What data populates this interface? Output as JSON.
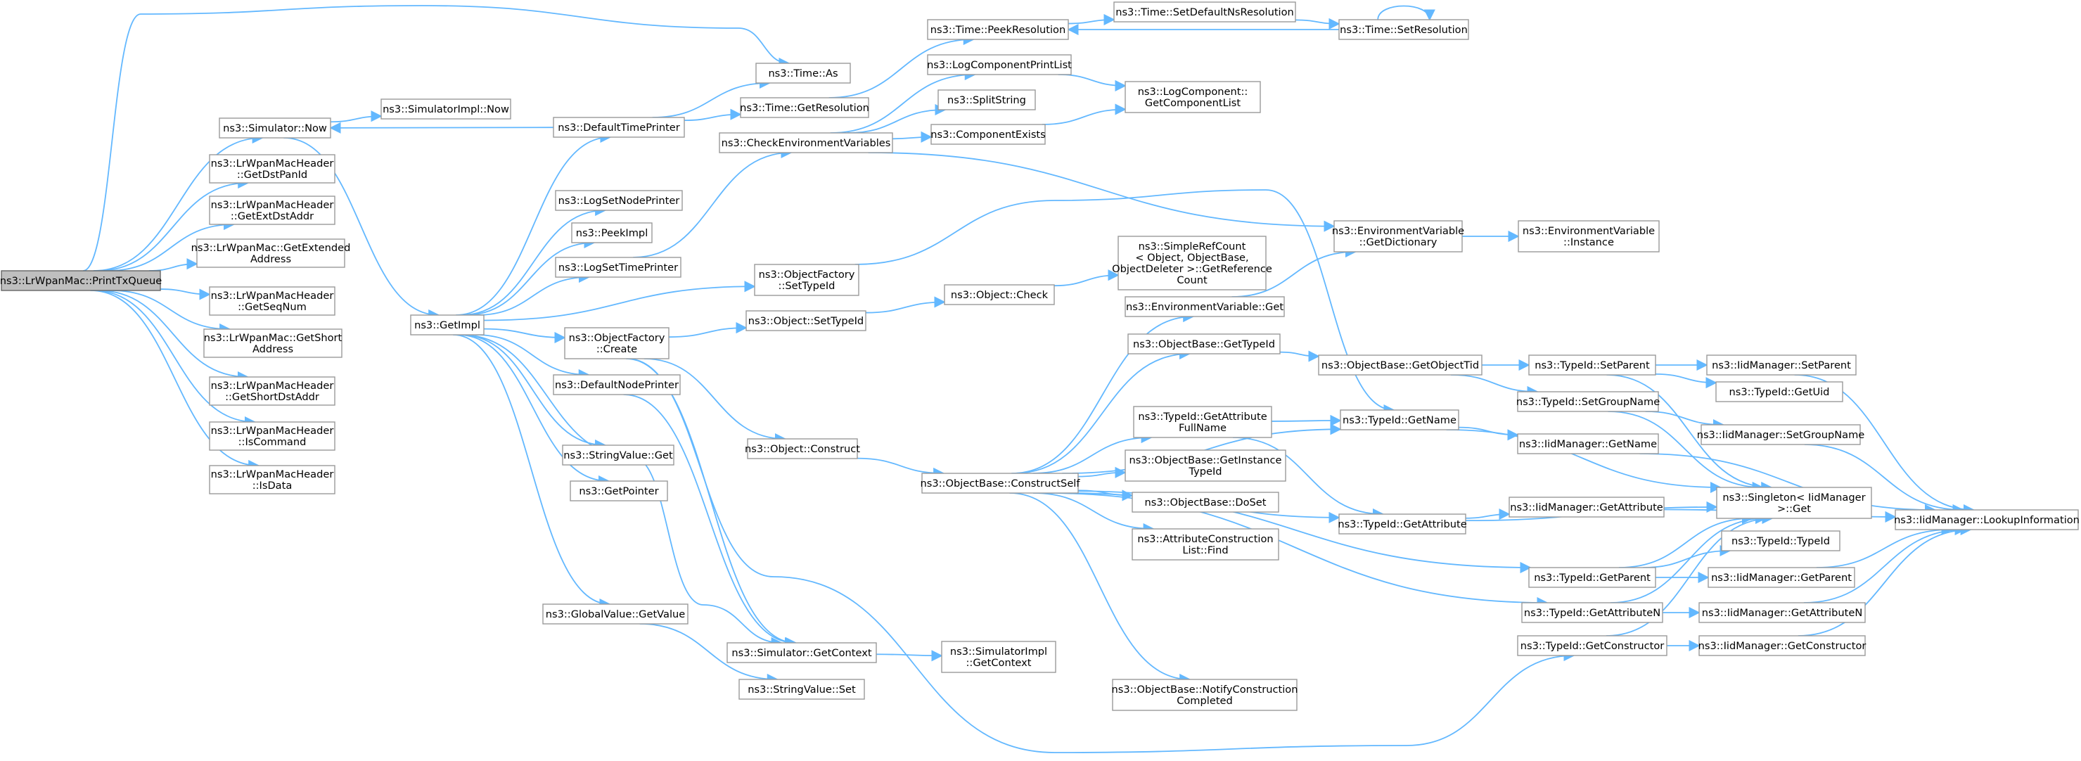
{
  "colors": {
    "edge": "#63b8ff",
    "node_border": "#999999",
    "root_fill": "#bfbfbf",
    "background": "#ffffff"
  },
  "nodes": [
    {
      "id": "root",
      "label": [
        "ns3::LrWpanMac::PrintTxQueue"
      ],
      "root": true
    },
    {
      "id": "simNow",
      "label": [
        "ns3::Simulator::Now"
      ]
    },
    {
      "id": "dstPanId",
      "label": [
        "ns3::LrWpanMacHeader",
        "::GetDstPanId"
      ]
    },
    {
      "id": "extDst",
      "label": [
        "ns3::LrWpanMacHeader",
        "::GetExtDstAddr"
      ]
    },
    {
      "id": "macExt",
      "label": [
        "ns3::LrWpanMac::GetExtended",
        "Address"
      ]
    },
    {
      "id": "seqNum",
      "label": [
        "ns3::LrWpanMacHeader",
        "::GetSeqNum"
      ]
    },
    {
      "id": "macShort",
      "label": [
        "ns3::LrWpanMac::GetShort",
        "Address"
      ]
    },
    {
      "id": "shortDst",
      "label": [
        "ns3::LrWpanMacHeader",
        "::GetShortDstAddr"
      ]
    },
    {
      "id": "isCmd",
      "label": [
        "ns3::LrWpanMacHeader",
        "::IsCommand"
      ]
    },
    {
      "id": "isData",
      "label": [
        "ns3::LrWpanMacHeader",
        "::IsData"
      ]
    },
    {
      "id": "simImplNow",
      "label": [
        "ns3::SimulatorImpl::Now"
      ]
    },
    {
      "id": "getImpl",
      "label": [
        "ns3::GetImpl"
      ]
    },
    {
      "id": "timeAs",
      "label": [
        "ns3::Time::As"
      ]
    },
    {
      "id": "defTimePrinter",
      "label": [
        "ns3::DefaultTimePrinter"
      ]
    },
    {
      "id": "getRes",
      "label": [
        "ns3::Time::GetResolution"
      ]
    },
    {
      "id": "peekRes",
      "label": [
        "ns3::Time::PeekResolution"
      ]
    },
    {
      "id": "setDefNs",
      "label": [
        "ns3::Time::SetDefaultNsResolution"
      ]
    },
    {
      "id": "setRes",
      "label": [
        "ns3::Time::SetResolution"
      ]
    },
    {
      "id": "logCompPrint",
      "label": [
        "ns3::LogComponentPrintList"
      ]
    },
    {
      "id": "logCompGet",
      "label": [
        "ns3::LogComponent::",
        "GetComponentList"
      ]
    },
    {
      "id": "splitStr",
      "label": [
        "ns3::SplitString"
      ]
    },
    {
      "id": "compExists",
      "label": [
        "ns3::ComponentExists"
      ]
    },
    {
      "id": "checkEnv",
      "label": [
        "ns3::CheckEnvironmentVariables"
      ]
    },
    {
      "id": "logSetNode",
      "label": [
        "ns3::LogSetNodePrinter"
      ]
    },
    {
      "id": "peekImpl",
      "label": [
        "ns3::PeekImpl"
      ]
    },
    {
      "id": "logSetTime",
      "label": [
        "ns3::LogSetTimePrinter"
      ]
    },
    {
      "id": "ofSetTypeId",
      "label": [
        "ns3::ObjectFactory",
        "::SetTypeId"
      ]
    },
    {
      "id": "envDict",
      "label": [
        "ns3::EnvironmentVariable",
        "::GetDictionary"
      ]
    },
    {
      "id": "envInst",
      "label": [
        "ns3::EnvironmentVariable",
        "::Instance"
      ]
    },
    {
      "id": "simpleRef",
      "label": [
        "ns3::SimpleRefCount",
        "< Object, ObjectBase,",
        "ObjectDeleter >::GetReference",
        "Count"
      ]
    },
    {
      "id": "objCheck",
      "label": [
        "ns3::Object::Check"
      ]
    },
    {
      "id": "envGet",
      "label": [
        "ns3::EnvironmentVariable::Get"
      ]
    },
    {
      "id": "ofCreate",
      "label": [
        "ns3::ObjectFactory",
        "::Create"
      ]
    },
    {
      "id": "objSetTypeId",
      "label": [
        "ns3::Object::SetTypeId"
      ]
    },
    {
      "id": "defNodePrinter",
      "label": [
        "ns3::DefaultNodePrinter"
      ]
    },
    {
      "id": "obGetTypeId",
      "label": [
        "ns3::ObjectBase::GetTypeId"
      ]
    },
    {
      "id": "obGetObjTid",
      "label": [
        "ns3::ObjectBase::GetObjectTid"
      ]
    },
    {
      "id": "tidSetParent",
      "label": [
        "ns3::TypeId::SetParent"
      ]
    },
    {
      "id": "iidSetParent",
      "label": [
        "ns3::IidManager::SetParent"
      ]
    },
    {
      "id": "tidGetUid",
      "label": [
        "ns3::TypeId::GetUid"
      ]
    },
    {
      "id": "tidSetGroup",
      "label": [
        "ns3::TypeId::SetGroupName"
      ]
    },
    {
      "id": "iidSetGroup",
      "label": [
        "ns3::IidManager::SetGroupName"
      ]
    },
    {
      "id": "tidGetAttrFull",
      "label": [
        "ns3::TypeId::GetAttribute",
        "FullName"
      ]
    },
    {
      "id": "tidGetName",
      "label": [
        "ns3::TypeId::GetName"
      ]
    },
    {
      "id": "iidGetName",
      "label": [
        "ns3::IidManager::GetName"
      ]
    },
    {
      "id": "objConstruct",
      "label": [
        "ns3::Object::Construct"
      ]
    },
    {
      "id": "strValGet",
      "label": [
        "ns3::StringValue::Get"
      ]
    },
    {
      "id": "obGetInstTid",
      "label": [
        "ns3::ObjectBase::GetInstance",
        "TypeId"
      ]
    },
    {
      "id": "obConstructSelf",
      "label": [
        "ns3::ObjectBase::ConstructSelf"
      ]
    },
    {
      "id": "getPointer",
      "label": [
        "ns3::GetPointer"
      ]
    },
    {
      "id": "singletonGet",
      "label": [
        "ns3::Singleton< IidManager",
        ">::Get"
      ]
    },
    {
      "id": "obDoSet",
      "label": [
        "ns3::ObjectBase::DoSet"
      ]
    },
    {
      "id": "iidGetAttr",
      "label": [
        "ns3::IidManager::GetAttribute"
      ]
    },
    {
      "id": "iidLookup",
      "label": [
        "ns3::IidManager::LookupInformation"
      ]
    },
    {
      "id": "tidGetAttr",
      "label": [
        "ns3::TypeId::GetAttribute"
      ]
    },
    {
      "id": "attrConstrFind",
      "label": [
        "ns3::AttributeConstruction",
        "List::Find"
      ]
    },
    {
      "id": "tidTypeId",
      "label": [
        "ns3::TypeId::TypeId"
      ]
    },
    {
      "id": "tidGetParent",
      "label": [
        "ns3::TypeId::GetParent"
      ]
    },
    {
      "id": "iidGetParent",
      "label": [
        "ns3::IidManager::GetParent"
      ]
    },
    {
      "id": "globalGetValue",
      "label": [
        "ns3::GlobalValue::GetValue"
      ]
    },
    {
      "id": "tidGetAttrN",
      "label": [
        "ns3::TypeId::GetAttributeN"
      ]
    },
    {
      "id": "iidGetAttrN",
      "label": [
        "ns3::IidManager::GetAttributeN"
      ]
    },
    {
      "id": "simGetContext",
      "label": [
        "ns3::Simulator::GetContext"
      ]
    },
    {
      "id": "simImplGetContext",
      "label": [
        "ns3::SimulatorImpl",
        "::GetContext"
      ]
    },
    {
      "id": "tidGetConstructor",
      "label": [
        "ns3::TypeId::GetConstructor"
      ]
    },
    {
      "id": "iidGetConstructor",
      "label": [
        "ns3::IidManager::GetConstructor"
      ]
    },
    {
      "id": "strValSet",
      "label": [
        "ns3::StringValue::Set"
      ]
    },
    {
      "id": "obNotify",
      "label": [
        "ns3::ObjectBase::NotifyConstruction",
        "Completed"
      ]
    }
  ]
}
